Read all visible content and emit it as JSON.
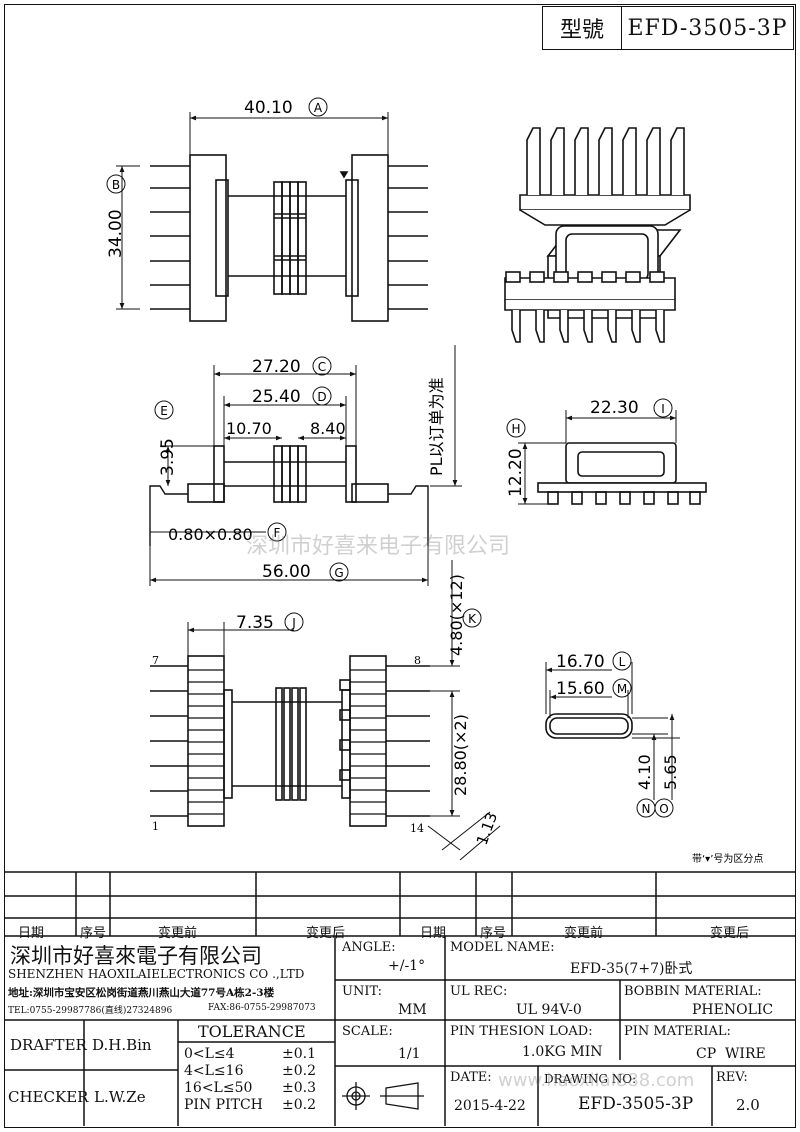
{
  "header": {
    "model_label": "型號",
    "model_value": "EFD-3505-3P"
  },
  "dims": {
    "A": "40.10",
    "A_mark": "A",
    "B": "34.00",
    "B_mark": "B",
    "C": "27.20",
    "C_mark": "C",
    "D": "25.40",
    "D_mark": "D",
    "E": "3.95",
    "E_mark": "E",
    "d_10_70": "10.70",
    "d_8_40": "8.40",
    "F": "0.80×0.80",
    "F_mark": "F",
    "G": "56.00",
    "G_mark": "G",
    "H": "12.20",
    "H_mark": "H",
    "I": "22.30",
    "I_mark": "I",
    "J": "7.35",
    "J_mark": "J",
    "K": "4.80(×12)",
    "K_mark": "K",
    "d_28_80": "28.80(×2)",
    "d_1_13": "1.13",
    "L": "16.70",
    "L_mark": "L",
    "M": "15.60",
    "M_mark": "M",
    "N": "4.10",
    "N_mark": "N",
    "O": "5.65",
    "O_mark": "O"
  },
  "pl_note": "PL以订单为准",
  "pins": {
    "p7": "7",
    "p8": "8",
    "p1": "1",
    "p14": "14"
  },
  "mark_note": "带‘▾’号为区分点",
  "watermark": "深圳市好喜来电子有限公司",
  "watermark_url": "www.haoxilai888.com",
  "revision_table": {
    "date": "日期",
    "seq": "序号",
    "before": "变更前",
    "after": "变更后"
  },
  "company": {
    "name_cn": "深圳市好喜來電子有限公司",
    "name_en": "SHENZHEN HAOXILAIELECTRONICS CO .,LTD",
    "address": "地址:深圳市宝安区松岗街道燕川燕山大道77号A栋2-3楼",
    "tel": "TEL:0755-29987786(直线)27324896",
    "fax": "FAX:86-0755-29987073"
  },
  "drafter": {
    "label": "DRAFTER",
    "value": "D.H.Bin"
  },
  "checker": {
    "label": "CHECKER",
    "value": "L.W.Ze"
  },
  "tolerance": {
    "title": "TOLERANCE",
    "rows": [
      {
        "range": "0<L≤4",
        "tol": "±0.1"
      },
      {
        "range": "4<L≤16",
        "tol": "±0.2"
      },
      {
        "range": "16<L≤50",
        "tol": "±0.3"
      },
      {
        "range": "PIN PITCH",
        "tol": "±0.2"
      }
    ]
  },
  "angle": {
    "label": "ANGLE:",
    "value": "+/-1°"
  },
  "unit": {
    "label": "UNIT:",
    "value": "MM"
  },
  "scale": {
    "label": "SCALE:",
    "value": "1/1"
  },
  "model_name": {
    "label": "MODEL NAME:",
    "value": "EFD-35(7+7)卧式"
  },
  "ul_rec": {
    "label": "UL REC:",
    "value": "UL 94V-0"
  },
  "bobbin_material": {
    "label": "BOBBIN MATERIAL:",
    "value": "PHENOLIC"
  },
  "pin_tension": {
    "label": "PIN THESION LOAD:",
    "value": "1.0KG MIN"
  },
  "pin_material": {
    "label": "PIN MATERIAL:",
    "value": "CP  WIRE"
  },
  "date": {
    "label": "DATE:",
    "value": "2015-4-22"
  },
  "drawing_no": {
    "label": "DRAWING NO:",
    "value": "EFD-3505-3P"
  },
  "rev": {
    "label": "REV:",
    "value": "2.0"
  }
}
